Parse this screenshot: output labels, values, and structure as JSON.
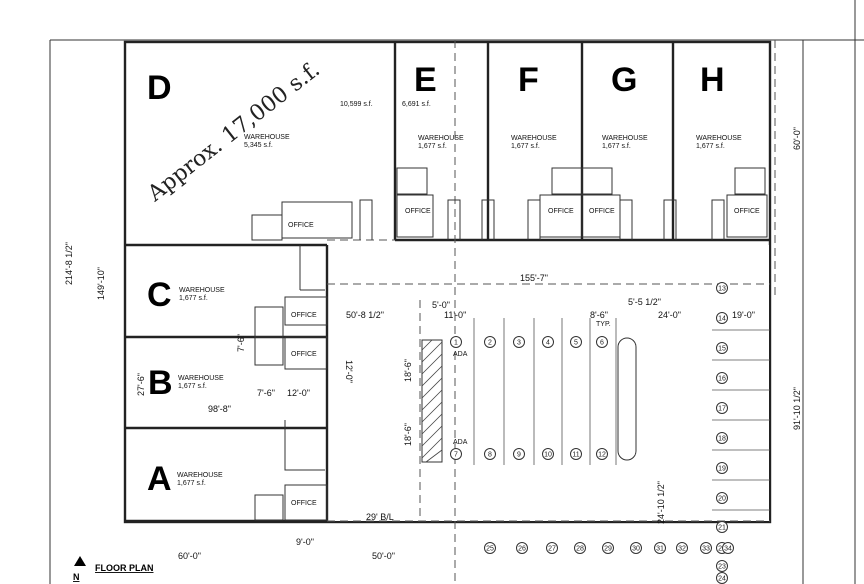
{
  "units": [
    "D",
    "E",
    "F",
    "G",
    "H",
    "C",
    "B",
    "A"
  ],
  "approx_area": "Approx. 17,000 s.f.",
  "warehouse_label": "WAREHOUSE",
  "warehouse_sf_common": "1,677 s.f.",
  "warehouse_sf_d": "5,345 s.f.",
  "office_label": "OFFICE",
  "ada_label": "ADA",
  "typ_label": "TYP.",
  "floor_plan_title": "FLOOR PLAN",
  "north_label": "N",
  "area_notes": {
    "sf_10599": "10,599 s.f.",
    "sf_6691": "6,691 s.f."
  },
  "dimensions": {
    "d_155_7": "155'-7\"",
    "d_50_8_half": "50'-8 1/2\"",
    "d_5_0": "5'-0\"",
    "d_11_0": "11'-0\"",
    "d_8_6": "8'-6\"",
    "d_5_5_half": "5'-5 1/2\"",
    "d_24_0": "24'-0\"",
    "d_19_0": "19'-0\"",
    "d_60_0_right": "60'-0\"",
    "d_91_10_half": "91'-10 1/2\"",
    "d_214_8_half": "214'-8 1/2\"",
    "d_149_10": "149'-10\"",
    "d_98_8": "98'-8\"",
    "d_27_6": "27'-6\"",
    "d_7_6_a": "7'-6\"",
    "d_7_6_b": "7'-6\"",
    "d_12_0": "12'-0\"",
    "d_12_0_v": "12'-0\"",
    "d_18_6_a": "18'-6\"",
    "d_18_6_b": "18'-6\"",
    "d_29_bl": "29' B/L",
    "d_24_10_half": "24'-10 1/2\"",
    "d_60_0_bottom": "60'-0\"",
    "d_9_0": "9'-0\"",
    "d_50_0": "50'-0\""
  },
  "stalls_left": [
    "1",
    "2",
    "3",
    "4",
    "5",
    "6"
  ],
  "stalls_left_bottom": [
    "7",
    "8",
    "9",
    "10",
    "11",
    "12"
  ],
  "stalls_right": [
    "13",
    "14",
    "15",
    "16",
    "17",
    "18",
    "19",
    "20",
    "21",
    "22",
    "23",
    "24"
  ],
  "stalls_bottom": [
    "25",
    "26",
    "27",
    "28",
    "29",
    "30",
    "31",
    "32",
    "33",
    "34"
  ]
}
